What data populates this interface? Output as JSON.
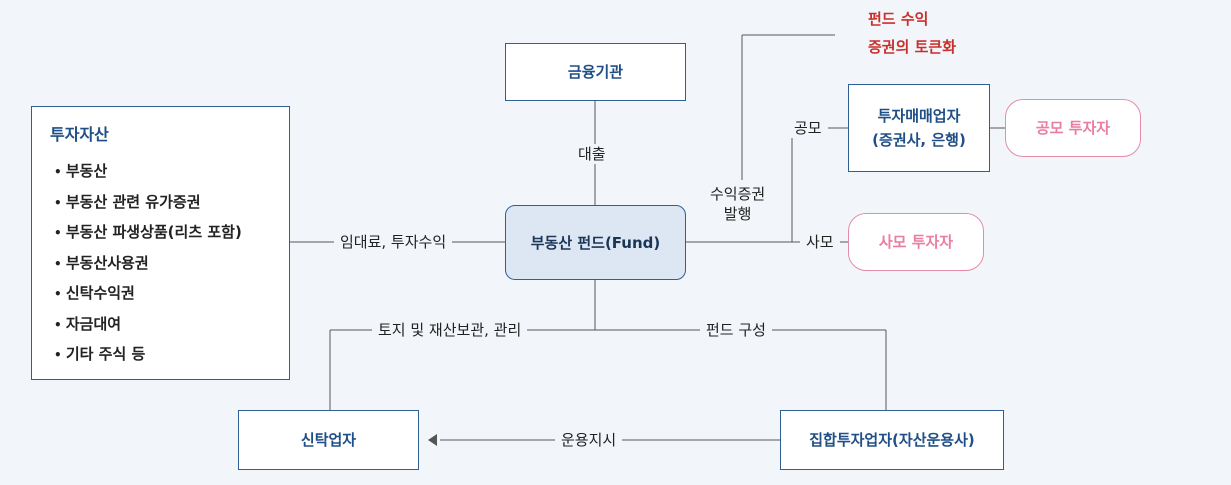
{
  "assets": {
    "title": "투자자산",
    "items": [
      "부동산",
      "부동산 관련 유가증권",
      "부동산 파생상품(리츠 포함)",
      "부동산사용권",
      "신탁수익권",
      "자금대여",
      "기타 주식 등"
    ]
  },
  "nodes": {
    "financial_institution": "금융기관",
    "fund": "부동산 펀드(Fund)",
    "broker_line1": "투자매매업자",
    "broker_line2": "(증권사, 은행)",
    "public_investor": "공모 투자자",
    "private_investor": "사모 투자자",
    "trust": "신탁업자",
    "asset_manager": "집합투자업자(자산운용사)"
  },
  "labels": {
    "loan": "대출",
    "rent_income": "임대료, 투자수익",
    "securities_line1": "수익증권",
    "securities_line2": "발행",
    "public_offer": "공모",
    "private_offer": "사모",
    "custody": "토지 및 재산보관, 관리",
    "fund_setup": "펀드 구성",
    "instruction": "운용지시"
  },
  "tokenization": {
    "line1": "펀드 수익",
    "line2": "증권의 토큰화"
  }
}
